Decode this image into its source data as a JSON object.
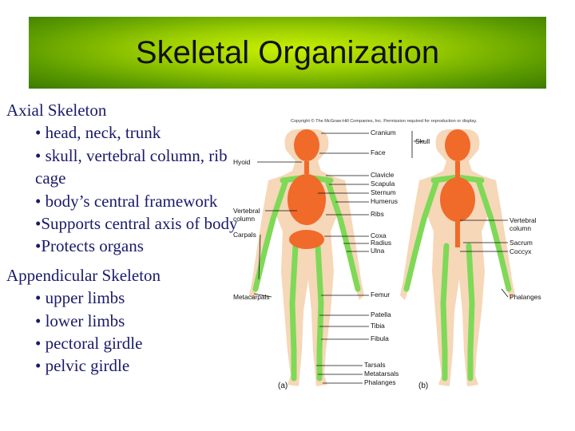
{
  "slide": {
    "title": "Skeletal Organization"
  },
  "axial": {
    "heading": "Axial Skeleton",
    "bullets": [
      "• head, neck, trunk",
      "• skull, vertebral column, rib cage",
      "• body’s central framework",
      "•Supports central axis of body",
      "•Protects organs"
    ]
  },
  "appendicular": {
    "heading": "Appendicular Skeleton",
    "bullets": [
      "• upper limbs",
      "• lower limbs",
      "• pectoral girdle",
      "• pelvic girdle"
    ]
  },
  "figure": {
    "copyright": "Copyright © The McGraw-Hill Companies, Inc. Permission required for reproduction or display.",
    "labels_center": {
      "cranium": "Cranium",
      "face": "Face",
      "clavicle": "Clavicle",
      "scapula": "Scapula",
      "sternum": "Sternum",
      "humerus": "Humerus",
      "ribs": "Ribs",
      "coxa": "Coxa",
      "radius": "Radius",
      "ulna": "Ulna",
      "femur": "Femur",
      "patella": "Patella",
      "tibia": "Tibia",
      "fibula": "Fibula",
      "tarsals": "Tarsals",
      "metatarsals": "Metatarsals",
      "phalanges": "Phalanges"
    },
    "labels_left": {
      "hyoid": "Hyoid",
      "vertebral_column_1": "Vertebral",
      "vertebral_column_2": "column",
      "carpals": "Carpals",
      "metacarpals": "Metacarpals"
    },
    "labels_right": {
      "skull": "Skull",
      "vertebral_column_1": "Vertebral",
      "vertebral_column_2": "column",
      "sacrum": "Sacrum",
      "coccyx": "Coccyx",
      "phalanges": "Phalanges"
    },
    "panel_a": "(a)",
    "panel_b": "(b)",
    "colors": {
      "appendicular": "#7ed957",
      "axial": "#f06a2a",
      "body": "#f6d7b8"
    }
  }
}
